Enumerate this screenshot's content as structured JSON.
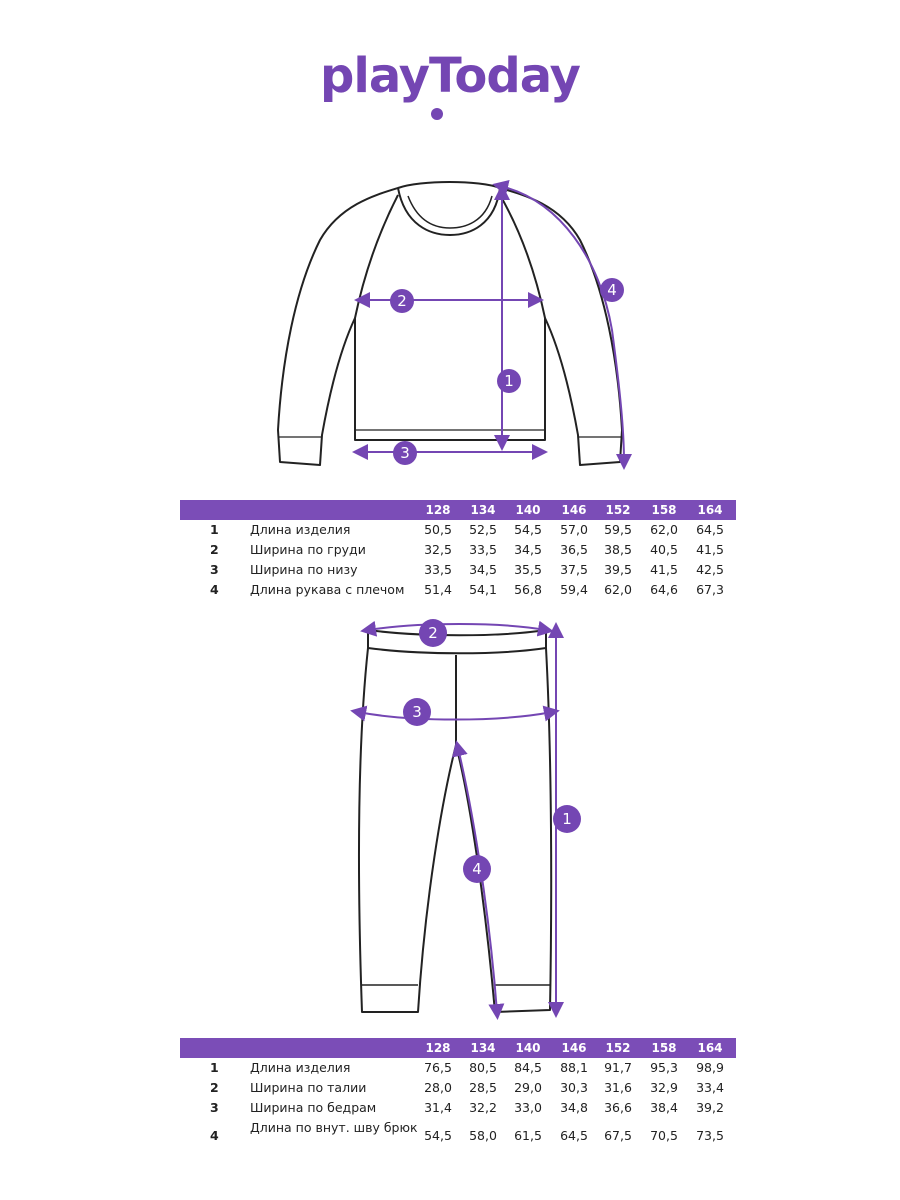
{
  "brand": {
    "logo_text": "playToday",
    "accent_color": "#7b4db7"
  },
  "top_table": {
    "sizes": [
      "128",
      "134",
      "140",
      "146",
      "152",
      "158",
      "164"
    ],
    "rows": [
      {
        "num": "1",
        "name": "Длина изделия",
        "values": [
          "50,5",
          "52,5",
          "54,5",
          "57,0",
          "59,5",
          "62,0",
          "64,5"
        ]
      },
      {
        "num": "2",
        "name": "Ширина по груди",
        "values": [
          "32,5",
          "33,5",
          "34,5",
          "36,5",
          "38,5",
          "40,5",
          "41,5"
        ]
      },
      {
        "num": "3",
        "name": "Ширина по низу",
        "values": [
          "33,5",
          "34,5",
          "35,5",
          "37,5",
          "39,5",
          "41,5",
          "42,5"
        ]
      },
      {
        "num": "4",
        "name": "Длина рукава с плечом",
        "values": [
          "51,4",
          "54,1",
          "56,8",
          "59,4",
          "62,0",
          "64,6",
          "67,3"
        ]
      }
    ]
  },
  "bottom_table": {
    "sizes": [
      "128",
      "134",
      "140",
      "146",
      "152",
      "158",
      "164"
    ],
    "rows": [
      {
        "num": "1",
        "name": "Длина изделия",
        "values": [
          "76,5",
          "80,5",
          "84,5",
          "88,1",
          "91,7",
          "95,3",
          "98,9"
        ]
      },
      {
        "num": "2",
        "name": "Ширина по талии",
        "values": [
          "28,0",
          "28,5",
          "29,0",
          "30,3",
          "31,6",
          "32,9",
          "33,4"
        ]
      },
      {
        "num": "3",
        "name": "Ширина по бедрам",
        "values": [
          "31,4",
          "32,2",
          "33,0",
          "34,8",
          "36,6",
          "38,4",
          "39,2"
        ]
      },
      {
        "num": "4",
        "name": "Длина по внут. шву брюк",
        "values": [
          "54,5",
          "58,0",
          "61,5",
          "64,5",
          "67,5",
          "70,5",
          "73,5"
        ]
      }
    ]
  },
  "sweater_markers": [
    "1",
    "2",
    "3",
    "4"
  ],
  "pants_markers": [
    "1",
    "2",
    "3",
    "4"
  ]
}
